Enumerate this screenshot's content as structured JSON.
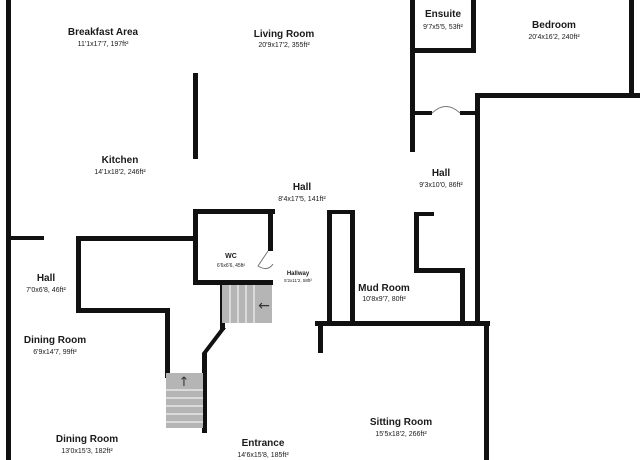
{
  "plan": {
    "rooms": [
      {
        "id": "breakfast-area",
        "name": "Breakfast Area",
        "dims": "11'1x17'7, 197ft²"
      },
      {
        "id": "living-room",
        "name": "Living Room",
        "dims": "20'9x17'2, 355ft²"
      },
      {
        "id": "ensuite",
        "name": "Ensuite",
        "dims": "9'7x5'5, 53ft²"
      },
      {
        "id": "bedroom",
        "name": "Bedroom",
        "dims": "20'4x16'2, 240ft²"
      },
      {
        "id": "kitchen",
        "name": "Kitchen",
        "dims": "14'1x18'2, 246ft²"
      },
      {
        "id": "hall-upper",
        "name": "Hall",
        "dims": "9'3x10'0, 86ft²"
      },
      {
        "id": "hall-center",
        "name": "Hall",
        "dims": "8'4x17'5, 141ft²"
      },
      {
        "id": "wc",
        "name": "WC",
        "dims": "6'6x6'6, 45ft²"
      },
      {
        "id": "hallway",
        "name": "Hallway",
        "dims": "5'2x11'2, 58ft²"
      },
      {
        "id": "hall-left",
        "name": "Hall",
        "dims": "7'0x6'8, 46ft²"
      },
      {
        "id": "mud-room",
        "name": "Mud Room",
        "dims": "10'8x9'7, 80ft²"
      },
      {
        "id": "dining-room-upper",
        "name": "Dining Room",
        "dims": "6'9x14'7, 99ft²"
      },
      {
        "id": "sitting-room",
        "name": "Sitting Room",
        "dims": "15'5x18'2, 266ft²"
      },
      {
        "id": "dining-room-lower",
        "name": "Dining Room",
        "dims": "13'0x15'3, 182ft²"
      },
      {
        "id": "entrance",
        "name": "Entrance",
        "dims": "14'6x15'8, 185ft²"
      }
    ],
    "stairs": [
      {
        "id": "stairs-upper",
        "arrow": "left"
      },
      {
        "id": "stairs-lower",
        "arrow": "up"
      }
    ]
  }
}
